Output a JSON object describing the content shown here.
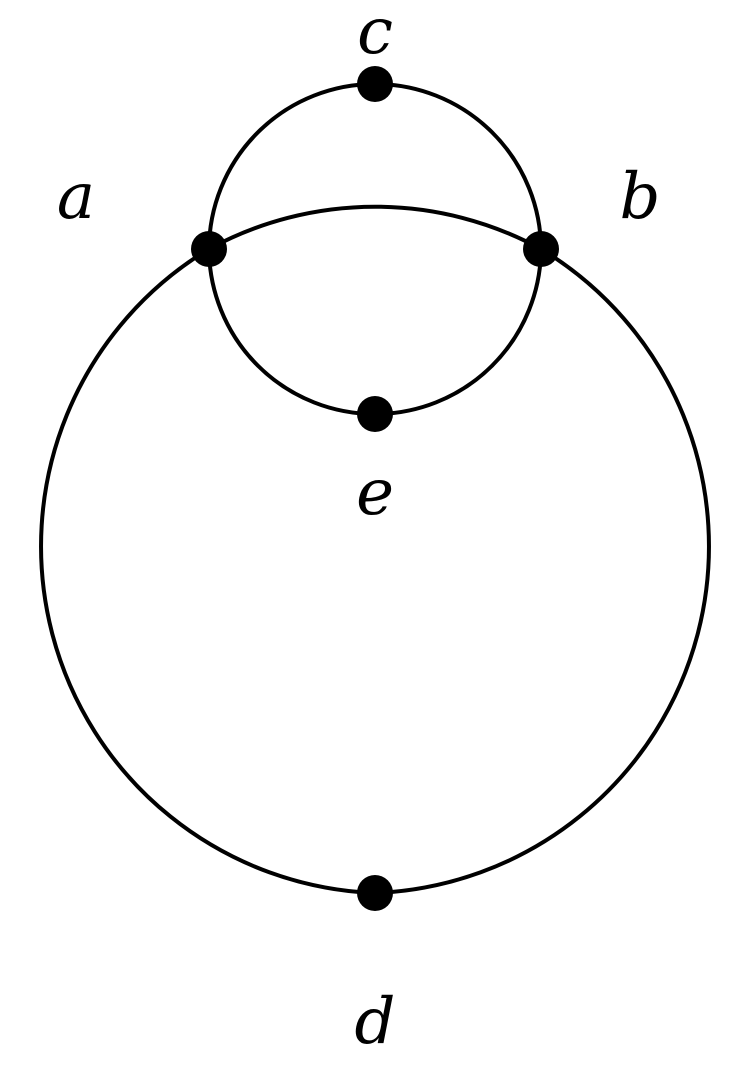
{
  "diagram": {
    "colors": {
      "ink": "#000000",
      "background": "#ffffff"
    },
    "vertices": [
      {
        "id": "a",
        "label": "a"
      },
      {
        "id": "b",
        "label": "b"
      },
      {
        "id": "c",
        "label": "c"
      },
      {
        "id": "d",
        "label": "d"
      },
      {
        "id": "e",
        "label": "e"
      }
    ],
    "edges": [
      {
        "from": "a",
        "to": "c"
      },
      {
        "from": "c",
        "to": "b"
      },
      {
        "from": "a",
        "to": "e"
      },
      {
        "from": "e",
        "to": "b"
      },
      {
        "from": "a",
        "to": "b"
      },
      {
        "from": "a",
        "to": "d"
      },
      {
        "from": "d",
        "to": "b"
      }
    ]
  }
}
